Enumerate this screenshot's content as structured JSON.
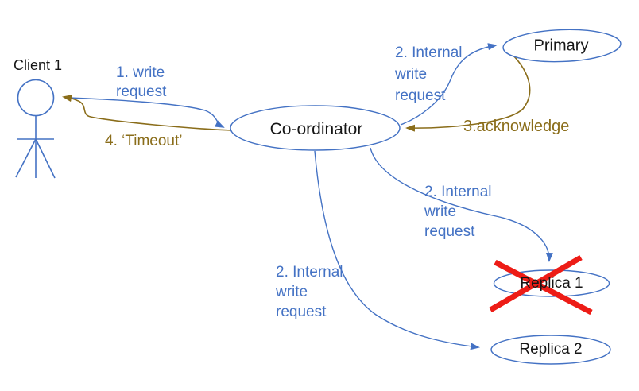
{
  "nodes": {
    "client": {
      "label": "Client 1"
    },
    "coordinator": {
      "label": "Co-ordinator"
    },
    "primary": {
      "label": "Primary"
    },
    "replica1": {
      "label": "Replica 1",
      "status": "failed (crossed out)"
    },
    "replica2": {
      "label": "Replica 2"
    }
  },
  "edges": {
    "write_request": {
      "lines": [
        "1. write",
        "request"
      ],
      "label": "1. write request",
      "from": "Client 1",
      "to": "Co-ordinator",
      "color": "#4472C4"
    },
    "internal_write_primary": {
      "lines": [
        "2. Internal",
        "write",
        "request"
      ],
      "label": "2. Internal write request",
      "from": "Co-ordinator",
      "to": "Primary",
      "color": "#4472C4"
    },
    "acknowledge": {
      "label": "3.acknowledge",
      "from": "Primary",
      "to": "Co-ordinator",
      "color": "#8a6d1a"
    },
    "timeout": {
      "label": "4. ‘Timeout’",
      "from": "Co-ordinator",
      "to": "Client 1",
      "color": "#8a6d1a"
    },
    "internal_write_replica1": {
      "lines": [
        "2. Internal",
        "write",
        "request"
      ],
      "label": "2. Internal write request",
      "from": "Co-ordinator",
      "to": "Replica 1",
      "color": "#4472C4"
    },
    "internal_write_replica2": {
      "lines": [
        "2. Internal",
        "write",
        "request"
      ],
      "label": "2. Internal write request",
      "from": "Co-ordinator",
      "to": "Replica 2",
      "color": "#4472C4"
    }
  },
  "annotations": {
    "replica1_cross": "red X marking Replica 1 as failed"
  },
  "colors": {
    "blue": "#4472C4",
    "olive": "#8a6d1a",
    "red": "#ed1c16",
    "node_stroke": "#4472C4"
  }
}
